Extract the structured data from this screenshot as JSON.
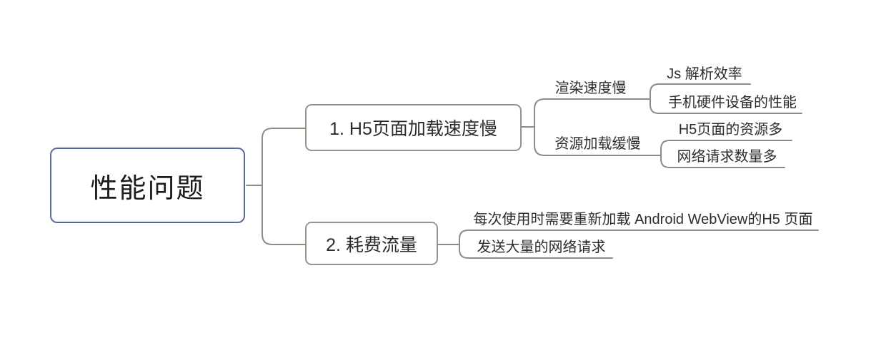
{
  "mindmap": {
    "root": {
      "label": "性能问题"
    },
    "branches": [
      {
        "label": "1. H5页面加载速度慢",
        "children": [
          {
            "label": "渲染速度慢",
            "children": [
              {
                "label": "Js 解析效率"
              },
              {
                "label": "手机硬件设备的性能"
              }
            ]
          },
          {
            "label": "资源加载缓慢",
            "children": [
              {
                "label": "H5页面的资源多"
              },
              {
                "label": "网络请求数量多"
              }
            ]
          }
        ]
      },
      {
        "label": "2. 耗费流量",
        "children": [
          {
            "label": "每次使用时需要重新加载 Android WebView的H5 页面"
          },
          {
            "label": "发送大量的网络请求"
          }
        ]
      }
    ],
    "colors": {
      "root_border": "#5b6b9d",
      "branch_border": "#9a9289",
      "connector": "#8f8b85",
      "text": "#2d2d2d",
      "background": "#ffffff"
    }
  }
}
